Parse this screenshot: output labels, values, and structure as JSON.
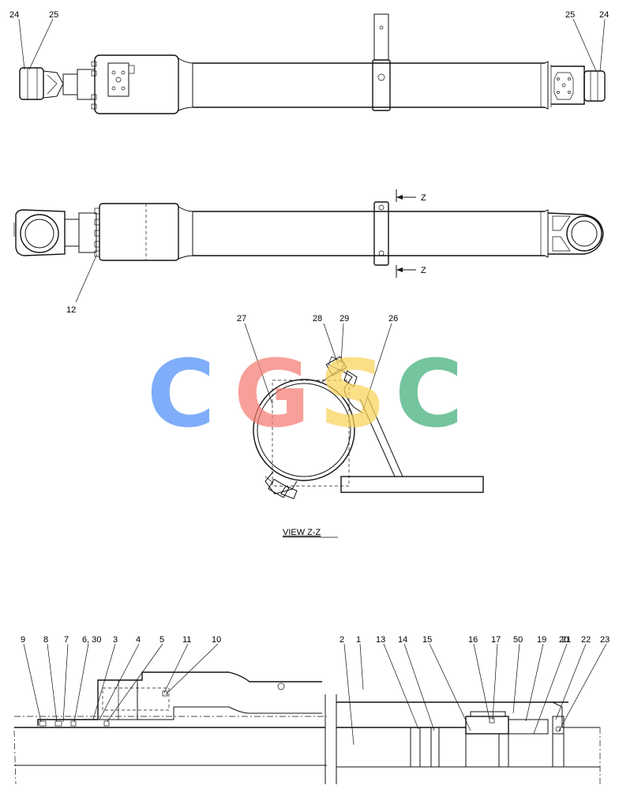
{
  "top_view": {
    "labels": {
      "l24": "24",
      "l25": "25",
      "r25": "25",
      "r24": "24"
    }
  },
  "side_view": {
    "labels": {
      "l12": "12",
      "z_top": "Z",
      "z_bottom": "Z"
    }
  },
  "view_zz": {
    "title": "VIEW  Z-Z",
    "labels": {
      "l27": "27",
      "l28": "28",
      "l29": "29",
      "l26": "26"
    }
  },
  "section": {
    "labels_left": [
      "9",
      "8",
      "7",
      "6, 30",
      "3",
      "4",
      "5",
      "11",
      "10"
    ],
    "labels_right": [
      "2",
      "1",
      "13",
      "14",
      "15",
      "16",
      "17",
      "50",
      "19",
      "20",
      "21",
      "22",
      "23"
    ]
  },
  "watermark": {
    "letters": [
      "C",
      "G",
      "S",
      "C"
    ],
    "colors": [
      "#4f8ef7",
      "#f47c73",
      "#f9d35a",
      "#3fae7a"
    ]
  }
}
